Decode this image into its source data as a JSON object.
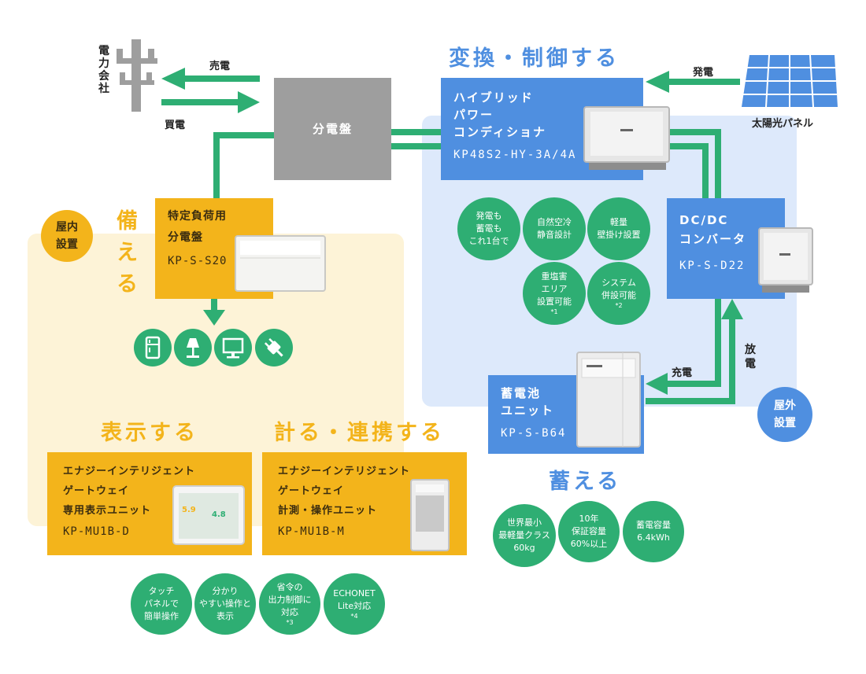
{
  "headings": {
    "convert": "変換・制御する",
    "prepare": "備える",
    "display": "表示する",
    "measure": "計る・連携する",
    "store": "蓄える"
  },
  "utility_label": "電力会社",
  "arrows": {
    "sell": "売電",
    "buy": "買電",
    "generate": "発電",
    "charge": "充電",
    "discharge": "放電"
  },
  "solar_label": "太陽光パネル",
  "panel_board": "分電盤",
  "badges": {
    "indoor": "屋内\n設置",
    "outdoor": "屋外\n設置"
  },
  "hybrid": {
    "title": "ハイブリッド\nパワー\nコンディショナ",
    "model": "KP48S2-HY-3A/4A"
  },
  "specific_board": {
    "title": "特定負荷用\n分電盤",
    "model": "KP-S-S20"
  },
  "dcdc": {
    "title": "DC/DC\nコンバータ",
    "model": "KP-S-D22"
  },
  "battery": {
    "title": "蓄電池\nユニット",
    "model": "KP-S-B64"
  },
  "display_unit": {
    "title": "エナジーインテリジェント\nゲートウェイ\n専用表示ユニット",
    "model": "KP-MU1B-D",
    "screen_num1": "5.9",
    "screen_num2": "4.8"
  },
  "measure_unit": {
    "title": "エナジーインテリジェント\nゲートウェイ\n計測・操作ユニット",
    "model": "KP-MU1B-M"
  },
  "hybrid_features": [
    {
      "text": "発電も\n蓄電も\nこれ1台で",
      "note": ""
    },
    {
      "text": "自然空冷\n静音設計",
      "note": ""
    },
    {
      "text": "軽量\n壁掛け設置",
      "note": ""
    },
    {
      "text": "重塩害\nエリア\n設置可能",
      "note": "*1"
    },
    {
      "text": "システム\n併設可能",
      "note": "*2"
    }
  ],
  "battery_features": [
    {
      "text": "世界最小\n最軽量クラス\n60kg"
    },
    {
      "text": "10年\n保証容量\n60%以上"
    },
    {
      "text": "蓄電容量\n6.4kWh"
    }
  ],
  "display_features": [
    {
      "text": "タッチ\nパネルで\n簡単操作",
      "note": ""
    },
    {
      "text": "分かり\nやすい操作と\n表示",
      "note": ""
    },
    {
      "text": "省令の\n出力制御に\n対応",
      "note": "*3"
    },
    {
      "text": "ECHONET\nLite対応",
      "note": "*4"
    }
  ],
  "appliance_icons": [
    "refrigerator-icon",
    "lamp-icon",
    "monitor-icon",
    "plug-icon"
  ],
  "colors": {
    "green": "#2eae73",
    "blue": "#4f8fe0",
    "yellow": "#f3b41b",
    "gray": "#9e9e9e",
    "indoor_zone": "#fdf3d7",
    "outdoor_zone": "#dde9fb"
  }
}
